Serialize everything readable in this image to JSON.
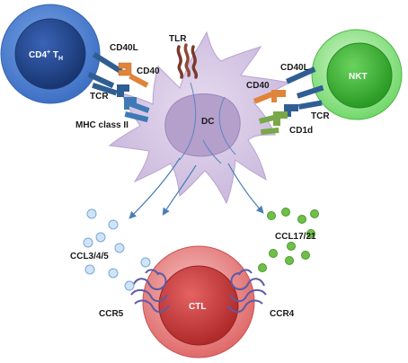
{
  "cells": {
    "cd4": {
      "label_main": "CD4",
      "label_sup": "+",
      "label_rest": " T",
      "label_sub": "H"
    },
    "dc": {
      "label": "DC"
    },
    "nkt": {
      "label": "NKT"
    },
    "ctl": {
      "label": "CTL"
    }
  },
  "labels": {
    "cd40l_left": "CD40L",
    "cd40_left": "CD40",
    "tcr_left": "TCR",
    "mhc": "MHC class II",
    "tlr": "TLR",
    "cd40_right": "CD40",
    "cd40l_right": "CD40L",
    "tcr_right": "TCR",
    "cd1d": "CD1d",
    "ccl345": "CCL3/4/5",
    "ccl1721": "CCL17/21",
    "ccr5": "CCR5",
    "ccr4": "CCR4"
  },
  "colors": {
    "cd4_outer": "#4a7fd1",
    "cd4_inner": "#1f3f8a",
    "dc_body": "#d7c9e3",
    "dc_nucleus": "#b7a2cc",
    "nkt_outer": "#7fe07a",
    "nkt_inner": "#2fae2a",
    "ctl_outer": "#e77d7d",
    "ctl_inner": "#c43838",
    "receptor_blue": "#2f5f92",
    "receptor_orange": "#e0843a",
    "receptor_green": "#79a84a",
    "tlr_brown": "#7a3a2c",
    "chemokine_blue": "#bfdcf5",
    "chemokine_green": "#6fbf4a",
    "arrow": "#4a7fb5"
  }
}
